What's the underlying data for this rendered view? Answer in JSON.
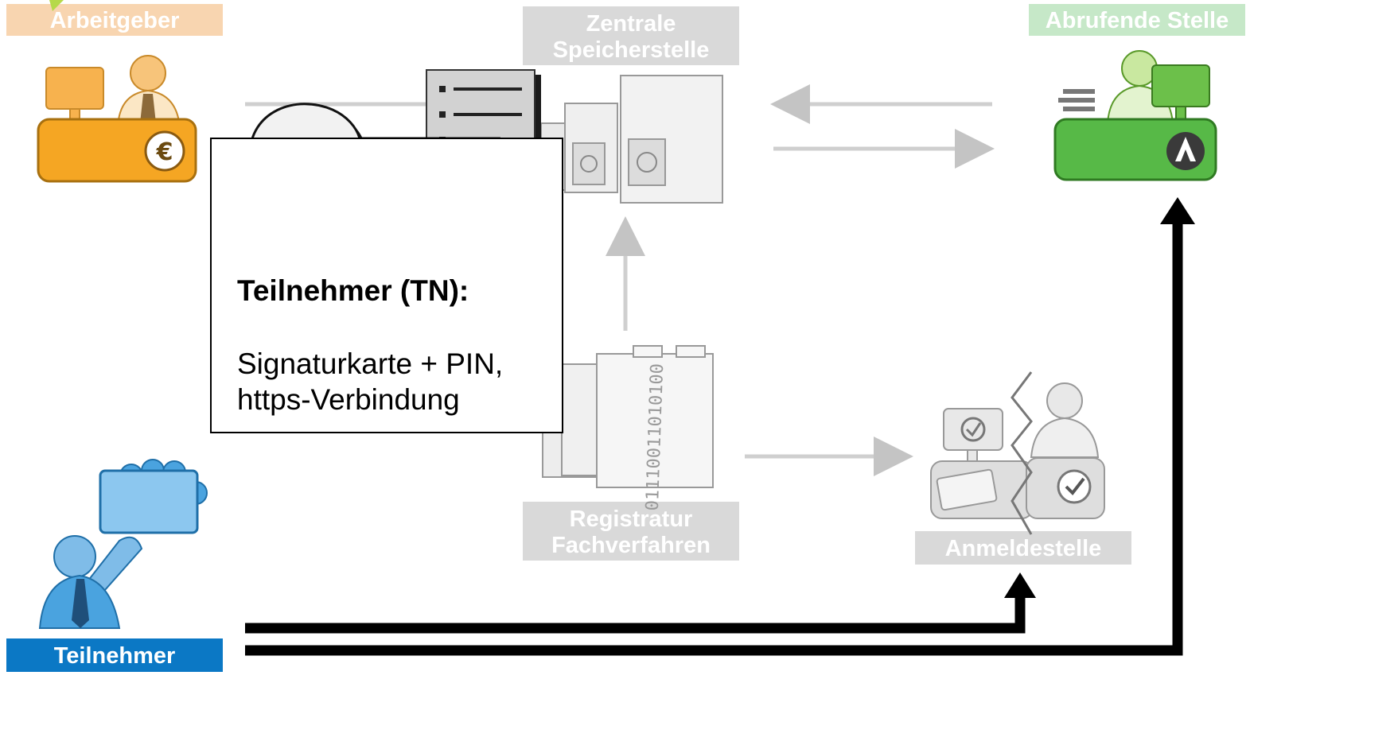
{
  "labels": {
    "arbeitgeber": "Arbeitgeber",
    "zentrale_line1": "Zentrale",
    "zentrale_line2": "Speicherstelle",
    "abrufende": "Abrufende Stelle",
    "registratur_line1": "Registratur",
    "registratur_line2": "Fachverfahren",
    "anmeldestelle": "Anmeldestelle",
    "teilnehmer": "Teilnehmer"
  },
  "callout": {
    "heading": "Teilnehmer (TN):",
    "line1": "Signaturkarte + PIN,",
    "line2": "https-Verbindung"
  },
  "binary_text": "01110011010100",
  "icons": {
    "arbeitgeber": "employer-desk-icon",
    "zentrale": "server-vault-icon",
    "abrufende": "agency-desk-icon",
    "registratur": "file-register-icon",
    "anmeldestelle": "registration-office-icon",
    "teilnehmer": "participant-card-icon",
    "key": "key-icon",
    "document": "document-icon"
  },
  "colors": {
    "arbeitgeber": "#f8d5b0",
    "zentrale": "#d9d9d9",
    "abrufende": "#c6e8c8",
    "registratur": "#d9d9d9",
    "anmeldestelle": "#d9d9d9",
    "teilnehmer": "#0b78c5",
    "orange": "#f5a623",
    "green": "#57b947",
    "blue": "#4aa3df"
  }
}
